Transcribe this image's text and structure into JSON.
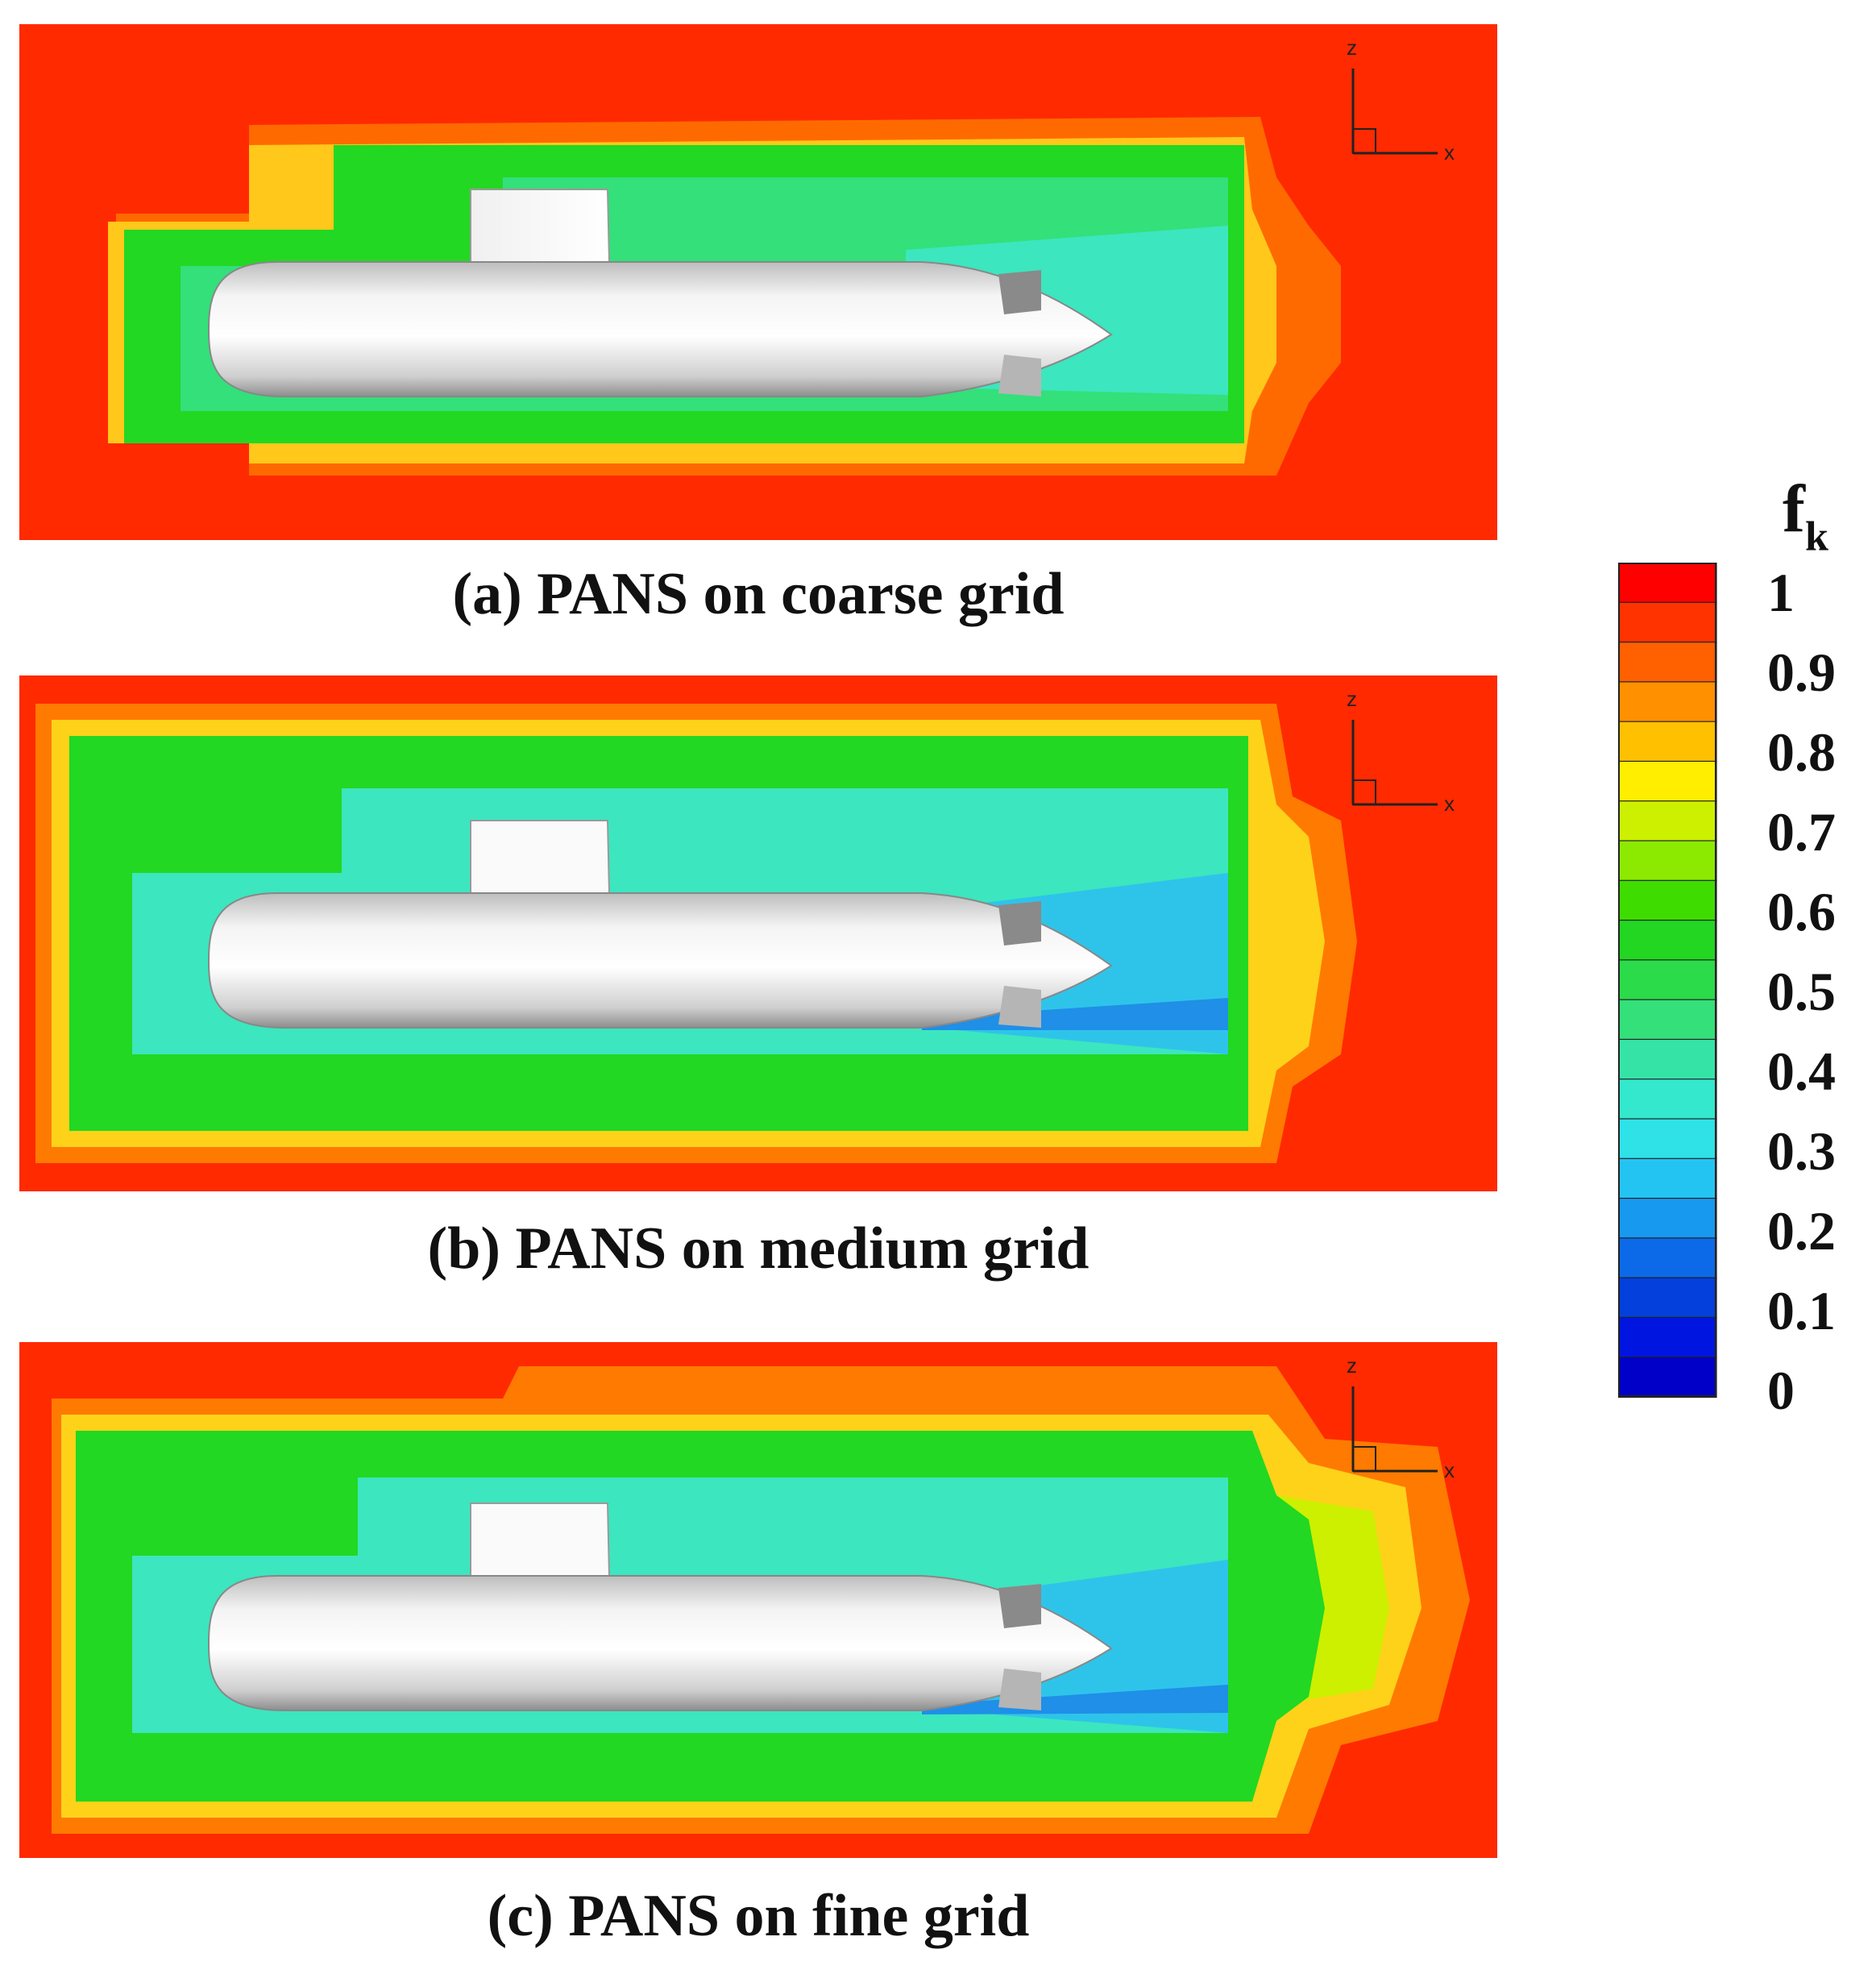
{
  "figure": {
    "panels": [
      {
        "id": "a",
        "caption": "(a) PANS on coarse grid"
      },
      {
        "id": "b",
        "caption": "(b) PANS on medium grid"
      },
      {
        "id": "c",
        "caption": "(c) PANS on fine grid"
      }
    ],
    "axis_triad": {
      "z_label": "z",
      "x_label": "x"
    }
  },
  "colorbar": {
    "title": "f",
    "title_subscript": "k",
    "range": [
      0,
      1
    ],
    "tick_labels": [
      "1",
      "0.9",
      "0.8",
      "0.7",
      "0.6",
      "0.5",
      "0.4",
      "0.3",
      "0.2",
      "0.1",
      "0"
    ],
    "band_colors_top_to_bottom": [
      "#ff0000",
      "#ff3300",
      "#ff6000",
      "#ff9000",
      "#ffc000",
      "#ffee00",
      "#ccf000",
      "#8cea00",
      "#3fdc00",
      "#22d622",
      "#2bdb4a",
      "#33e07a",
      "#36e3a6",
      "#33e8cc",
      "#2ee2e8",
      "#24c4f2",
      "#1799f0",
      "#0c6ae8",
      "#0440dc",
      "#0016e0",
      "#0000c8"
    ]
  },
  "colors": {
    "field_red": "#ff2a00",
    "field_orange": "#ff7a00",
    "field_yellow": "#ffd21a",
    "field_green": "#20d820",
    "field_cyan": "#3ce6bf",
    "field_blue": "#1f8fe8",
    "hull": "#e6e6e6"
  }
}
